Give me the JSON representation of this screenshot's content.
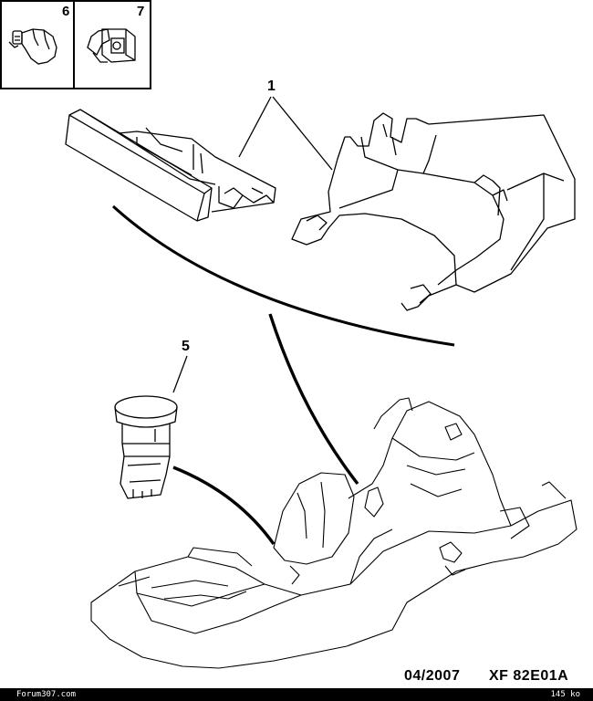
{
  "thumbnails": [
    {
      "number": "6",
      "icon": "bulb-icon"
    },
    {
      "number": "7",
      "icon": "lamp-holder-icon"
    }
  ],
  "callouts": {
    "part1": "1",
    "part5": "5"
  },
  "reference": {
    "date": "04/2007",
    "code": "XF 82E01A"
  },
  "footer": {
    "left": "Forum307.com",
    "right": "145 ko"
  },
  "colors": {
    "line": "#000000",
    "background": "#ffffff"
  }
}
